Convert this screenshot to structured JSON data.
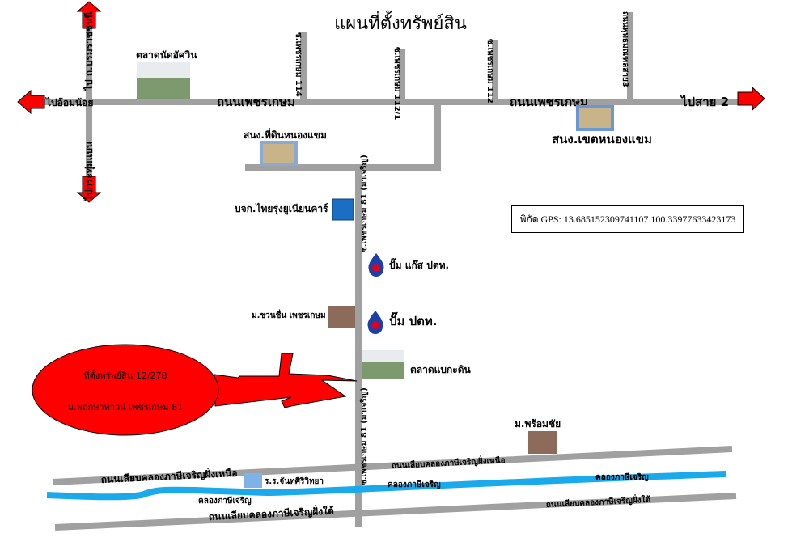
{
  "title": "แผนที่ตั้งทรัพย์สิน",
  "roads": {
    "main": "ถนนเพชรเกษม",
    "left_up": "ไป ถ.บรมราชชนนี",
    "left_down": "ไปกระทุ่มแบน",
    "to_west": "ไปอ้อมน้อย",
    "to_east": "ไปสาย 2",
    "soi_114": "ซ.เพชรเกษม 114",
    "soi_112_1": "ซ.เพชรเกษม 112/1",
    "soi_112": "ซ.เพชรเกษม 112",
    "phutthamonthon": "ถนนพุทธมณฑลสาย3",
    "soi_81": "ซ.เพชรเกษม 81 (มาเจริญ)",
    "canal_north_road": "ถนนเลียบคลองภาษีเจริญฝั่งเหนือ",
    "canal_south_road": "ถนนเลียบคลองภาษีเจริญฝั่งใต้",
    "canal": "คลองภาษีเจริญ"
  },
  "places": {
    "market_nat": "ตลาดนัดอัศวิน",
    "land_office_1": "สนง.ที่ดินหนองแขม",
    "district_office": "สนง.เขตหนองแขม",
    "company": "บจก.ไทยรุ่งยูเนียนคาร์",
    "gas_pump": "ปั๊ม แก๊ส ปตท.",
    "ptt_pump": "ปั๊ม ปตท.",
    "village_1": "ม.ชวนชื่น เพชรเกษม",
    "market_baeng": "ตลาดแบกะดิน",
    "village_2": "ม.พร้อมชัย",
    "school": "ร.ร.จันทศิริวิทยา"
  },
  "property": {
    "line1": "ที่ตั้งทรัพย์สิน 12/278",
    "line2": "ม.พฤกษาทาวน์ เพชรเกษม 81"
  },
  "gps": "พิกัด GPS: 13.685152309741107 100.33977633423173",
  "colors": {
    "road": "#a0a0a0",
    "canal": "#1aa9ea",
    "arrow": "#ff0000",
    "company": "#1a6fc4"
  }
}
